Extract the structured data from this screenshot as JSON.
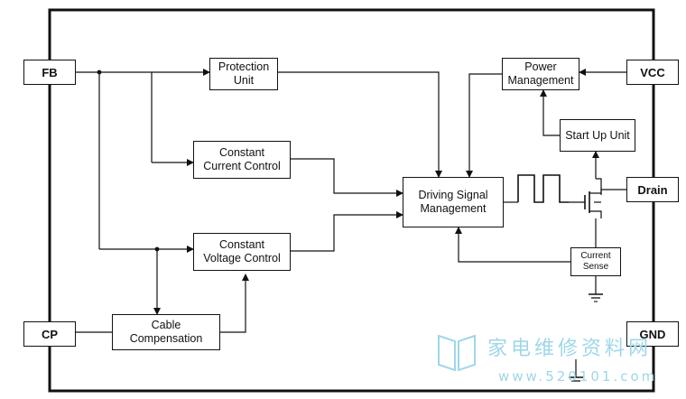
{
  "pins": {
    "fb": "FB",
    "cp": "CP",
    "vcc": "VCC",
    "drain": "Drain",
    "gnd": "GND"
  },
  "blocks": {
    "protection_unit": "Protection\nUnit",
    "constant_current_control": "Constant\nCurrent Control",
    "constant_voltage_control": "Constant\nVoltage Control",
    "cable_compensation": "Cable\nCompensation",
    "driving_signal_management": "Driving Signal\nManagement",
    "power_management": "Power\nManagement",
    "start_up_unit": "Start Up Unit",
    "current_sense": "Current\nSense"
  },
  "watermark": {
    "chinese": "家电维修资料网",
    "url": "www.520101.com"
  },
  "colors": {
    "line": "#111111",
    "watermark": "#9fd7e8"
  }
}
